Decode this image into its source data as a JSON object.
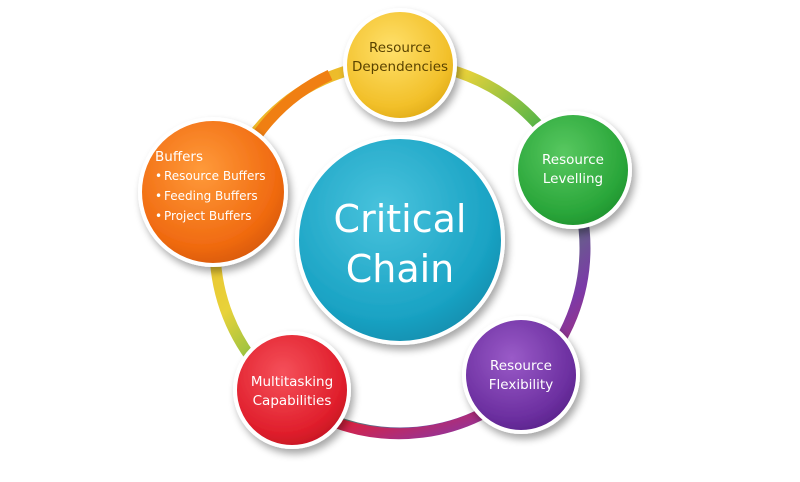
{
  "center": {
    "line1": "Critical",
    "line2": "Chain"
  },
  "nodes": {
    "resource_dependencies": {
      "line1": "Resource",
      "line2": "Dependencies"
    },
    "resource_levelling": {
      "line1": "Resource",
      "line2": "Levelling"
    },
    "resource_flexibility": {
      "line1": "Resource",
      "line2": "Flexibility"
    },
    "multitasking_capabilities": {
      "line1": "Multitasking",
      "line2": "Capabilities"
    },
    "buffers": {
      "title": "Buffers",
      "items": [
        "Resource Buffers",
        "Feeding Buffers",
        "Project Buffers"
      ]
    }
  },
  "colors": {
    "center": "#1aa3c4",
    "resource_dependencies": "#f2c02a",
    "resource_levelling": "#2aa63a",
    "resource_flexibility": "#6c2fa0",
    "multitasking_capabilities": "#e01f2c",
    "buffers": "#f06a10"
  }
}
